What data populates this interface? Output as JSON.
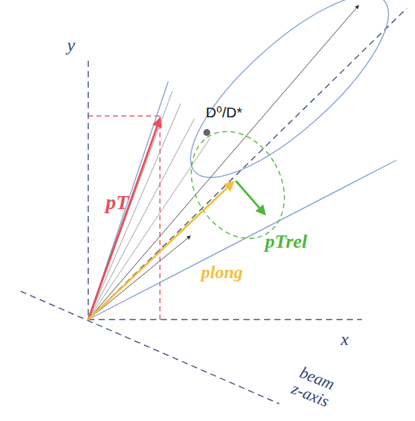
{
  "diagram": {
    "labels": [
      "y",
      "x",
      "beam z-axis",
      "pT",
      "D⁰/D*",
      "pTrel",
      "plong"
    ]
  }
}
